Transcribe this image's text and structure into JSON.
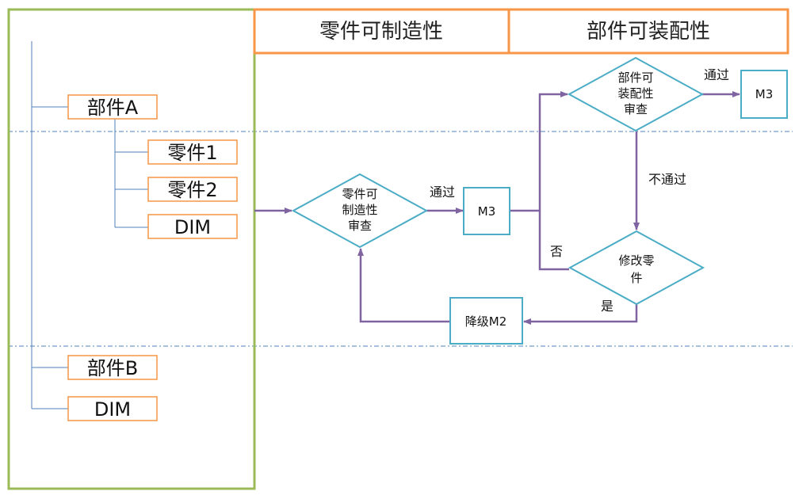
{
  "header": {
    "col1": "零件可制造性",
    "col2": "部件可装配性"
  },
  "tree": {
    "partA": "部件A",
    "part1": "零件1",
    "part2": "零件2",
    "dimA": "DIM",
    "partB": "部件B",
    "dimB": "DIM"
  },
  "flow": {
    "mfg_review": [
      "零件可",
      "制造性",
      "审查"
    ],
    "asm_review": [
      "部件可",
      "装配性",
      "审查"
    ],
    "modify": [
      "修改零",
      "件"
    ],
    "m3_mid": "M3",
    "m3_top": "M3",
    "downgrade": "降级M2",
    "pass_mid": "通过",
    "pass_top": "通过",
    "fail": "不通过",
    "no": "否",
    "yes": "是"
  },
  "colors": {
    "panel_border": "#9bbb59",
    "header_border": "#f79646",
    "tree_box_border": "#f79646",
    "tree_line": "#4f81bd",
    "node_border": "#4bacc6",
    "arrow": "#8064a2",
    "lane_divider": "#4f81bd"
  }
}
